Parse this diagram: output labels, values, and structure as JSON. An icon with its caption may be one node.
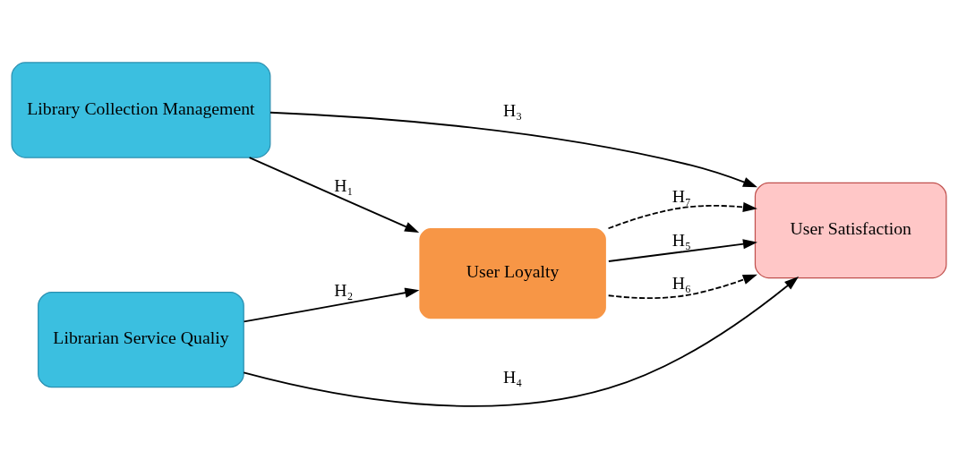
{
  "diagram": {
    "nodes": [
      {
        "text": [
          "Library Collection Management"
        ]
      },
      {
        "text": [
          "Librarian Service Qualiy"
        ]
      },
      {
        "text": [
          "User Loyalty"
        ]
      },
      {
        "text": [
          "User Satisfaction"
        ]
      }
    ],
    "edges": [
      {
        "from": 0,
        "to": 2,
        "arrow": "to",
        "label": "H₁"
      },
      {
        "from": 1,
        "to": 2,
        "arrow": "to",
        "label": "H₂"
      },
      {
        "from": 0,
        "to": 3,
        "arrow": "to",
        "label": "H₃"
      },
      {
        "from": 1,
        "to": 3,
        "arrow": "to",
        "label": "H₄"
      },
      {
        "from": 2,
        "to": 3,
        "arrow": "to",
        "label": "H₅"
      },
      {
        "from": 2,
        "to": 3,
        "arrow": "to",
        "label": "H₆",
        "style": "dashed"
      },
      {
        "from": 2,
        "to": 3,
        "arrow": "to",
        "label": "H₇",
        "style": "dashed"
      }
    ]
  }
}
